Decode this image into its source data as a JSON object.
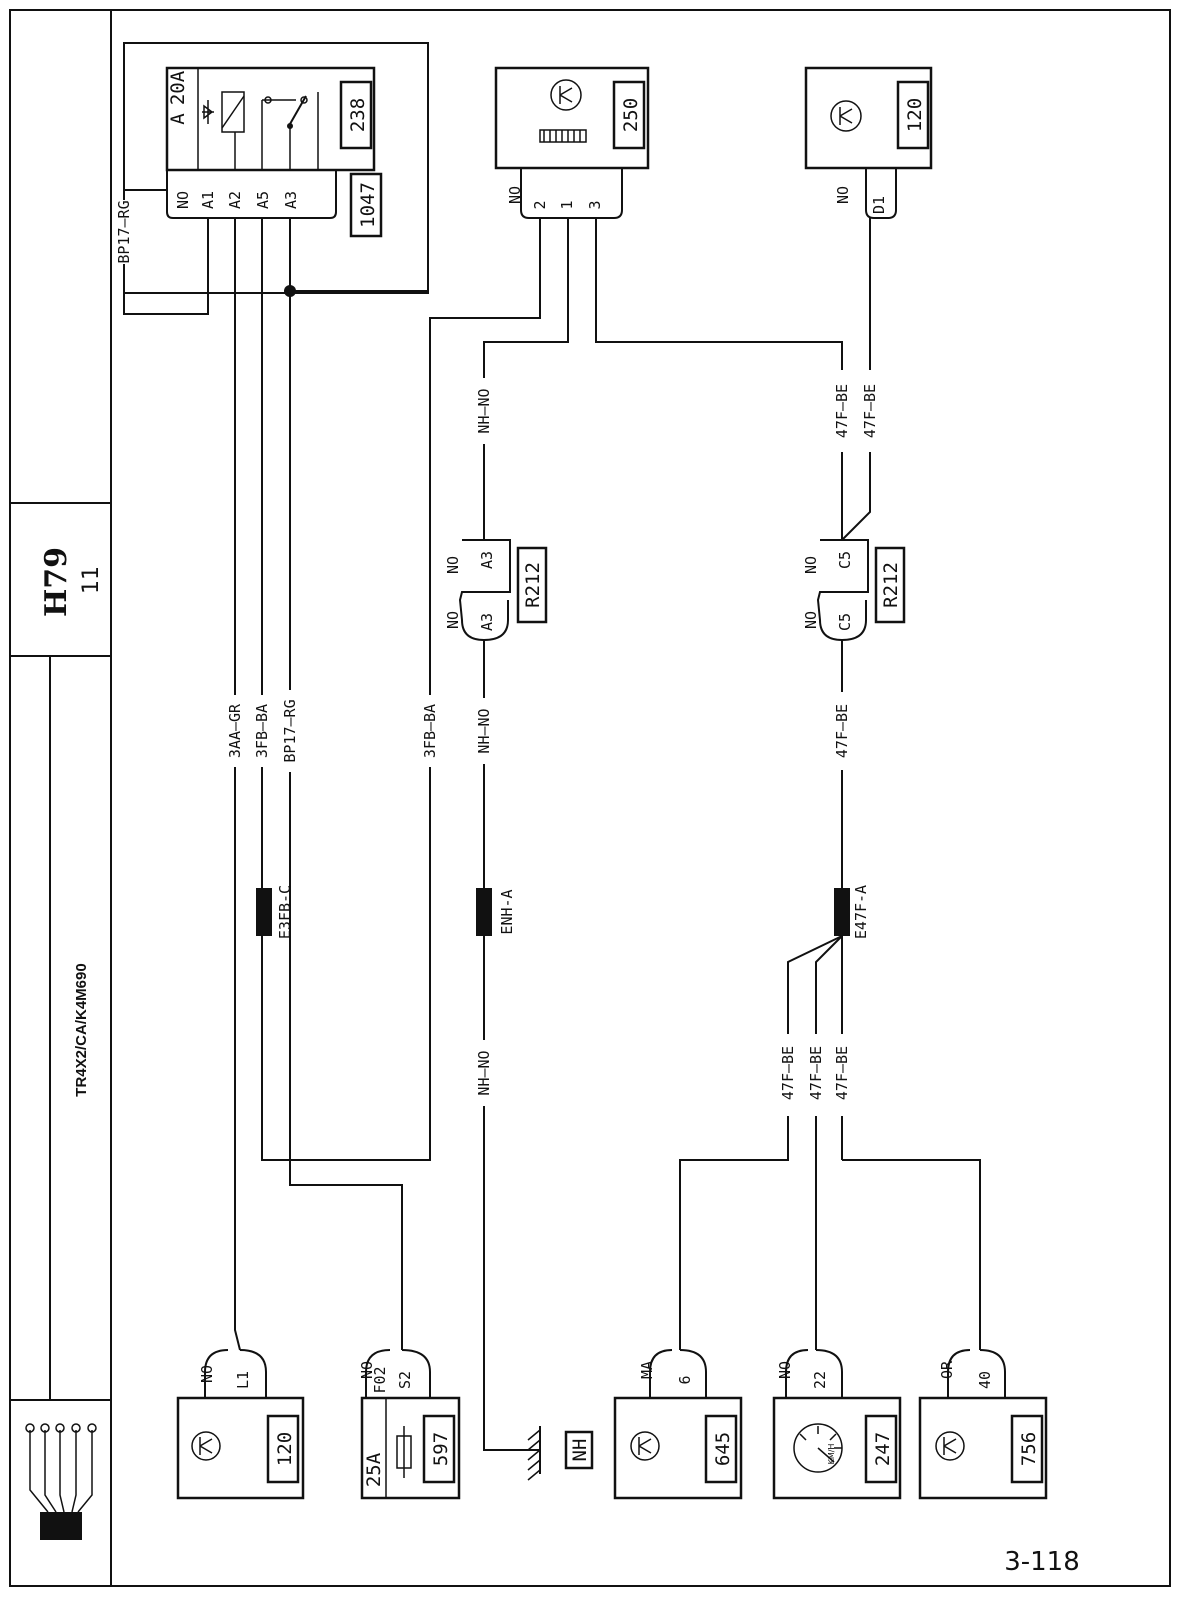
{
  "sheet": {
    "title": "H79",
    "subtitle": "11",
    "vehicle_code": "TR4X2/CA/K4M690",
    "page_number": "3-118"
  },
  "components": {
    "c1047": {
      "code": "1047",
      "inner_code": "238",
      "fuse_rating": "20A",
      "fuse_letter": "A",
      "pins": [
        "A1",
        "A2",
        "A5",
        "A3"
      ],
      "connector_color": "NO"
    },
    "c250": {
      "code": "250",
      "pins": [
        "2",
        "1",
        "3"
      ],
      "connector_color": "NO"
    },
    "c120_top": {
      "code": "120",
      "pins": [
        "D1"
      ],
      "connector_color": "NO"
    },
    "c120_bottom": {
      "code": "120",
      "pins": [
        "L1"
      ],
      "connector_color": "NO"
    },
    "c597": {
      "code": "597",
      "fuse_rating": "25A",
      "fuse_name": "F02",
      "pins": [
        "S2"
      ],
      "connector_color": "NO"
    },
    "c645": {
      "code": "645",
      "pins": [
        "6"
      ],
      "connector_color": "MA"
    },
    "c247": {
      "code": "247",
      "pins": [
        "22"
      ],
      "connector_color": "NO",
      "gauge_unit": "KM/H"
    },
    "c756": {
      "code": "756",
      "pins": [
        "40"
      ],
      "connector_color": "OR"
    },
    "r212_a": {
      "code": "R212",
      "pin_left": "A3",
      "pin_right": "A3",
      "color_left": "NO",
      "color_right": "NO"
    },
    "r212_c": {
      "code": "R212",
      "pin_left": "C5",
      "pin_right": "C5",
      "color_left": "NO",
      "color_right": "NO"
    },
    "ground": {
      "code": "NH"
    }
  },
  "wires": {
    "bp17_top": "BP17—RG",
    "w_3aa": "3AA—GR",
    "w_3fb": "3FB—BA",
    "w_bp17": "BP17—RG",
    "w_3fb_2": "3FB—BA",
    "w_nh_upper": "NH—NO",
    "w_nh_mid": "NH—NO",
    "w_nh_lower": "NH—NO",
    "w_47f_1": "47F—BE",
    "w_47f_2": "47F—BE",
    "w_47f_mid": "47F—BE",
    "w_47f_l1": "47F—BE",
    "w_47f_l2": "47F—BE",
    "w_47f_l3": "47F—BE"
  },
  "splices": {
    "e3fb": "E3FB-C",
    "enh": "ENH-A",
    "e47f": "E47F-A"
  }
}
